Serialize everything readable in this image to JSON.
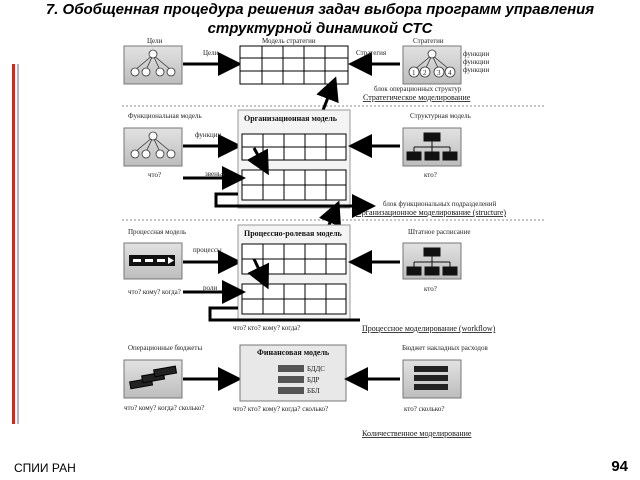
{
  "slide": {
    "title": "7. Обобщенная процедура решения задач выбора программ управления структурной динамикой СТС",
    "footer_org": "СПИИ РАН",
    "page_number": "94"
  },
  "diagram": {
    "row1": {
      "left_box_label": "Цели",
      "arrow_label": "Цели",
      "table_label": "Модель стратегии",
      "right_arrow_label": "Стратегия",
      "right_box_label": "Стратегии",
      "right_side_labels": [
        "функции",
        "функции",
        "функции"
      ],
      "block_note": "блок операционных структур",
      "section_caption": "Стратегическое моделирование"
    },
    "row2": {
      "left_box_label": "Функциональная модель",
      "arrow_label": "функции",
      "model_title": "Организационная модель",
      "right_box_label": "Структурная модель",
      "left_question": "что?",
      "mid_label": "звенья",
      "right_question": "кто?",
      "block_note": "блок функциональных подразделений",
      "section_caption": "Организационное моделирование (structure)"
    },
    "row3": {
      "left_box_label": "Процессная модель",
      "arrow_label": "процессы",
      "model_title": "Процессно-ролевая модель",
      "right_box_label": "Штатное расписание",
      "left_question": "что? кому? когда?",
      "mid_label": "роли",
      "right_question": "кто?",
      "bottom_question": "что? кто? кому? когда?",
      "section_caption": "Процессное моделирование (workflow)"
    },
    "row4": {
      "left_box_label": "Операционные бюджеты",
      "model_title": "Финансовая модель",
      "budget_labels": [
        "БДДС",
        "БДР",
        "ББЛ"
      ],
      "right_box_label": "Бюджет накладных расходов",
      "left_question": "что? кому? когда? сколько?",
      "mid_question": "что? кто? кому? когда? сколько?",
      "right_question": "кто? сколько?",
      "section_caption": "Количественное моделирование"
    },
    "node_numbers": [
      "1",
      "2",
      "3",
      "4"
    ]
  }
}
